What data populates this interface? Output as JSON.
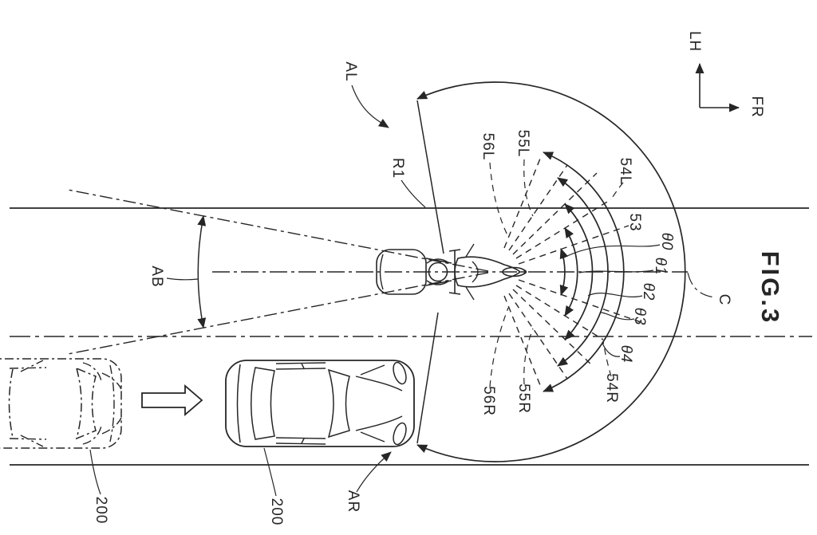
{
  "figure": {
    "title": "FIG.3"
  },
  "axes": {
    "up_label": "LH",
    "right_label": "FR"
  },
  "labels": {
    "area_left": "AL",
    "radius": "R1",
    "rear_width": "AB",
    "center_line": "C",
    "area_right": "AR",
    "beam_56l": "56L",
    "beam_55l": "55L",
    "beam_54l": "54L",
    "beam_53": "53",
    "beam_54r": "54R",
    "beam_55r": "55R",
    "beam_56r": "56R",
    "angle_0": "θ0",
    "angle_1": "θ1",
    "angle_2": "θ2",
    "angle_3": "θ3",
    "angle_4": "θ4",
    "vehicle_left": "200",
    "vehicle_center": "200"
  },
  "colors": {
    "ink": "#262626",
    "background": "#ffffff"
  }
}
